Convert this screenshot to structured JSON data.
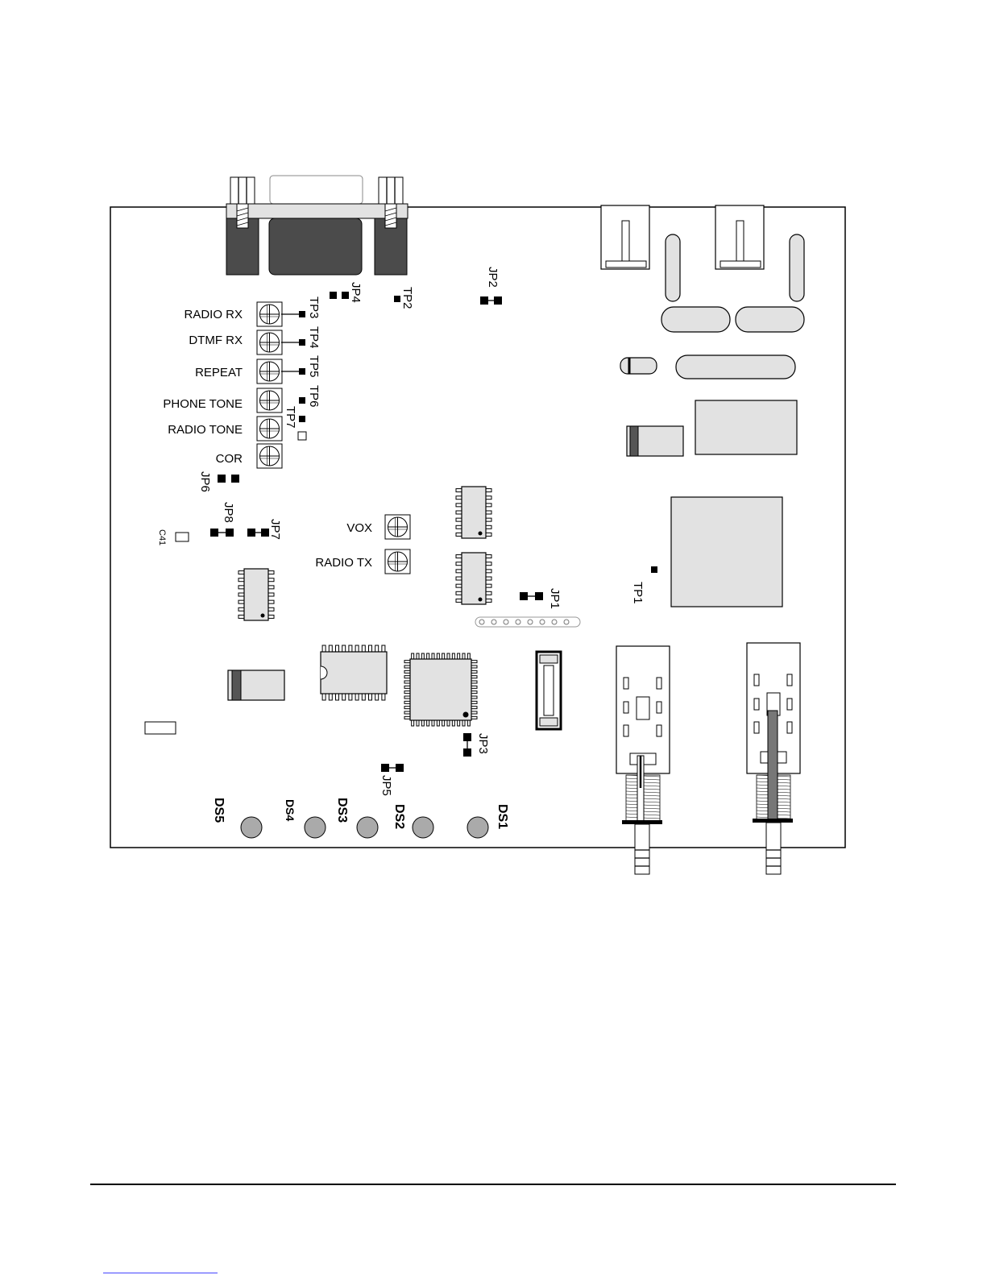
{
  "diagram": {
    "pot_labels": {
      "radio_rx": "RADIO RX",
      "dtmf_rx": "DTMF RX",
      "repeat": "REPEAT",
      "phone_tone": "PHONE TONE",
      "radio_tone": "RADIO TONE",
      "cor": "COR",
      "vox": "VOX",
      "radio_tx": "RADIO TX"
    },
    "test_points": {
      "tp1": "TP1",
      "tp2": "TP2",
      "tp3": "TP3",
      "tp4": "TP4",
      "tp5": "TP5",
      "tp6": "TP6",
      "tp7": "TP7"
    },
    "jumpers": {
      "jp1": "JP1",
      "jp2": "JP2",
      "jp3": "JP3",
      "jp4": "JP4",
      "jp5": "JP5",
      "jp6": "JP6",
      "jp7": "JP7",
      "jp8": "JP8"
    },
    "capacitors": {
      "c41": "C41"
    },
    "leds": {
      "ds1": "DS1",
      "ds2": "DS2",
      "ds3": "DS3",
      "ds4": "DS4",
      "ds5": "DS5"
    }
  }
}
